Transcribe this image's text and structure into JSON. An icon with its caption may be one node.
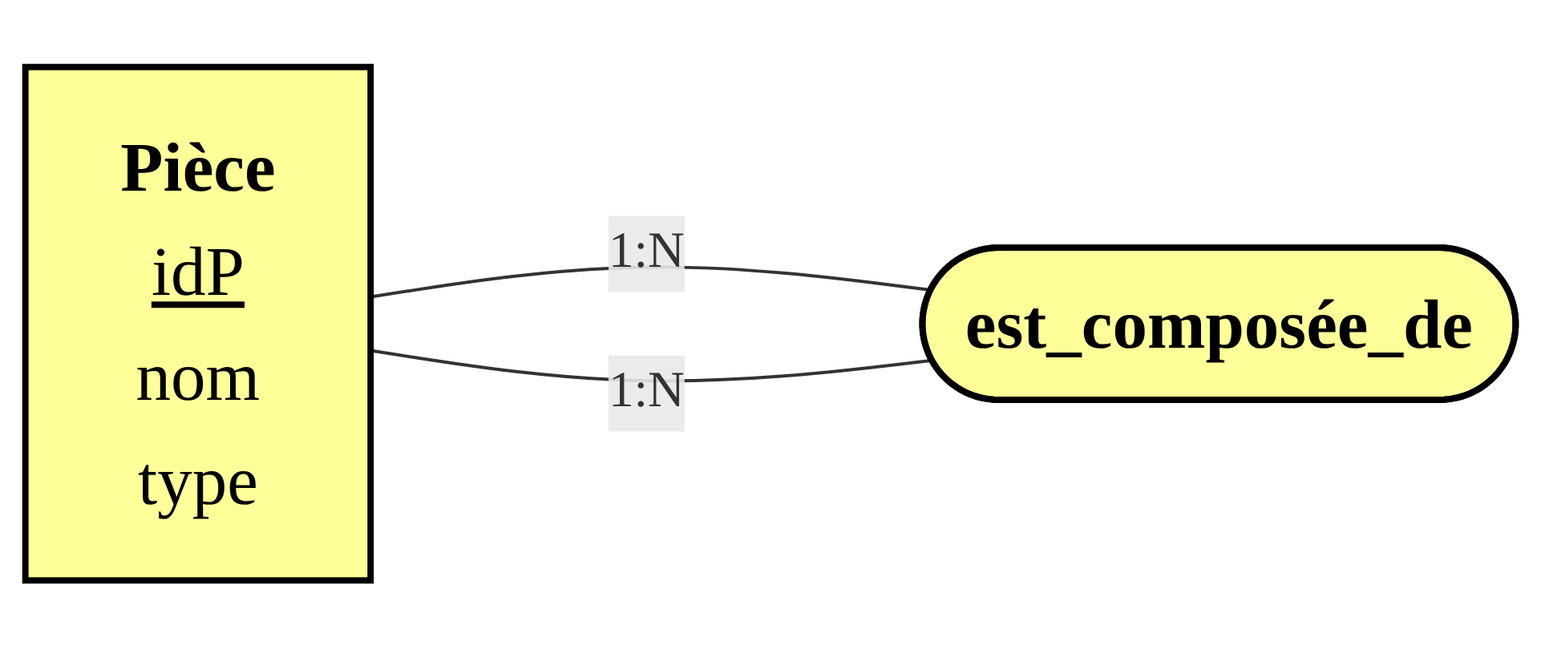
{
  "diagram": {
    "nodes": [
      {
        "text": [
          "Pièce",
          "idP",
          "nom",
          "type"
        ]
      },
      {
        "text": [
          "est_composée_de"
        ]
      }
    ],
    "edges": [
      {
        "from": 0,
        "to": 1,
        "arrow": "none",
        "label": "1:N"
      },
      {
        "from": 0,
        "to": 1,
        "arrow": "none",
        "label": "1:N"
      }
    ]
  }
}
